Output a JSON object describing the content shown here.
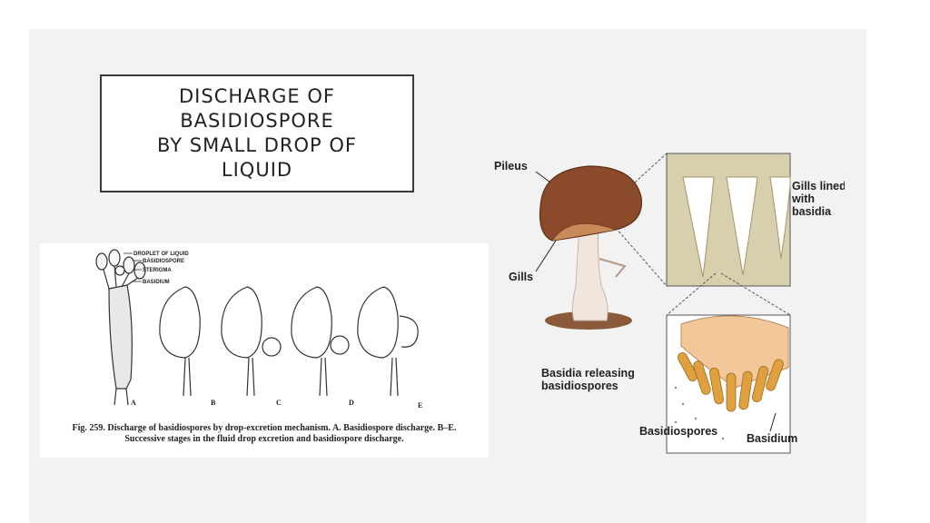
{
  "title": "DISCHARGE OF\nBASIDIOSPORE\nBY SMALL DROP OF\nLIQUID",
  "left_figure": {
    "callouts": [
      "DROPLET OF LIQUID",
      "BASIDIOSPORE",
      "STERIGMA",
      "BASIDIUM"
    ],
    "stage_labels": [
      "A",
      "B",
      "C",
      "D",
      "E"
    ],
    "caption_line1": "Fig. 259. Discharge of basidiospores by drop-excretion mechanism. A. Basidiospore discharge. B–E.",
    "caption_line2": "Successive stages in the fluid drop excretion and basidiospore discharge."
  },
  "right_figure": {
    "labels": {
      "pileus": "Pileus",
      "gills": "Gills",
      "gills_lined_l1": "Gills lined",
      "gills_lined_l2": "with",
      "gills_lined_l3": "basidia",
      "releasing_l1": "Basidia releasing",
      "releasing_l2": "basidiospores",
      "basidiospores": "Basidiospores",
      "basidium": "Basidium"
    }
  },
  "colors": {
    "cap": "#8b4a2a",
    "gill_texture": "#b8a67a",
    "basidia": "#e0a040",
    "tissue": "#f2c89a"
  }
}
